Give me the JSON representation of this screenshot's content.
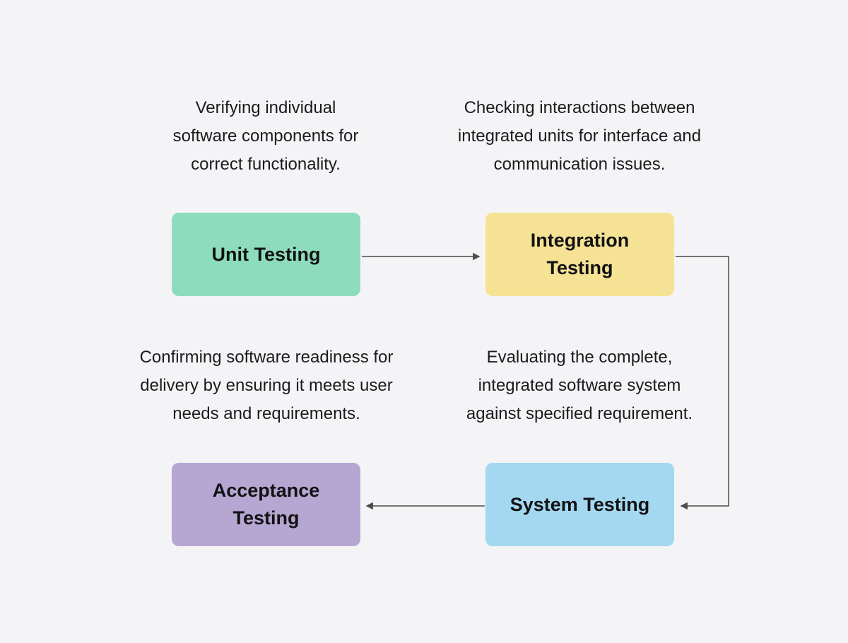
{
  "canvas": {
    "background": "#f4f4f6",
    "arrow_color": "#4d4d4d"
  },
  "diagram": {
    "nodes": [
      {
        "id": "unit-testing",
        "label": "Unit Testing",
        "color": "#8EDCBE",
        "description": "Verifying individual\nsoftware components for\ncorrect functionality."
      },
      {
        "id": "integration-testing",
        "label": "Integration\nTesting",
        "color": "#F6E294",
        "description": "Checking interactions between\nintegrated units for interface and\ncommunication issues."
      },
      {
        "id": "acceptance-testing",
        "label": "Acceptance\nTesting",
        "color": "#B5A7D1",
        "description": "Confirming software readiness for\ndelivery by ensuring it meets user\nneeds and requirements."
      },
      {
        "id": "system-testing",
        "label": "System Testing",
        "color": "#A4D8F0",
        "description": "Evaluating the complete,\nintegrated software system\nagainst specified requirement."
      }
    ],
    "edges": [
      {
        "from": "unit-testing",
        "to": "integration-testing"
      },
      {
        "from": "integration-testing",
        "to": "system-testing"
      },
      {
        "from": "system-testing",
        "to": "acceptance-testing"
      }
    ]
  }
}
